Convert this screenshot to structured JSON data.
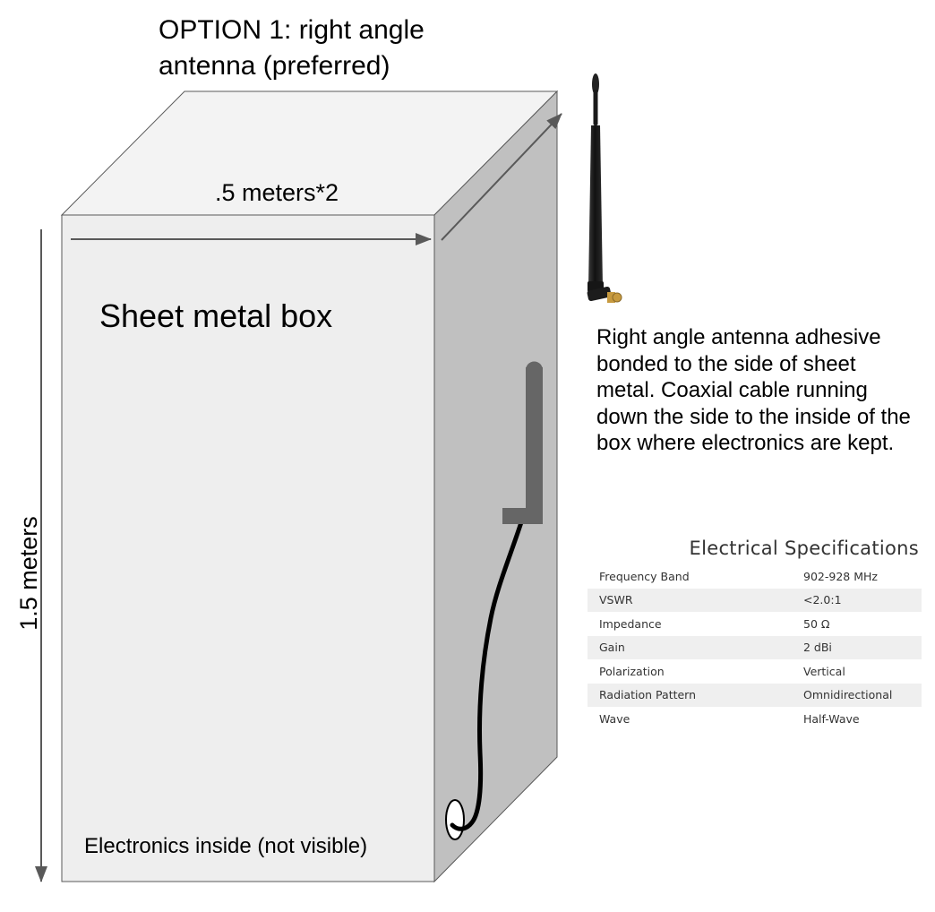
{
  "title": {
    "line1": "OPTION 1: right angle",
    "line2": "antenna (preferred)"
  },
  "box": {
    "width_label": ".5 meters*2",
    "height_label": "1.5 meters",
    "face_label": "Sheet metal box",
    "bottom_label": "Electronics inside (not visible)"
  },
  "description": "Right angle antenna adhesive bonded to the side of sheet metal. Coaxial cable running down the side to the inside of the box where electronics are kept.",
  "specs": {
    "title": "Electrical Specifications",
    "rows": [
      {
        "label": "Frequency Band",
        "value": "902-928 MHz"
      },
      {
        "label": "VSWR",
        "value": "<2.0:1"
      },
      {
        "label": "Impedance",
        "value": "50 Ω"
      },
      {
        "label": "Gain",
        "value": "2 dBi"
      },
      {
        "label": "Polarization",
        "value": "Vertical"
      },
      {
        "label": "Radiation Pattern",
        "value": "Omnidirectional"
      },
      {
        "label": "Wave",
        "value": "Half-Wave"
      }
    ]
  },
  "colors": {
    "front_face": "#eeeeee",
    "top_face": "#f3f3f3",
    "side_face": "#c0c0c0",
    "outline": "#595959",
    "arrow": "#595959",
    "mounted_antenna": "#666666",
    "cable": "#000000",
    "antenna_body": "#1e1e1e",
    "connector": "#c79a3f"
  },
  "icons": {
    "product_photo": "right-angle-antenna-icon"
  }
}
